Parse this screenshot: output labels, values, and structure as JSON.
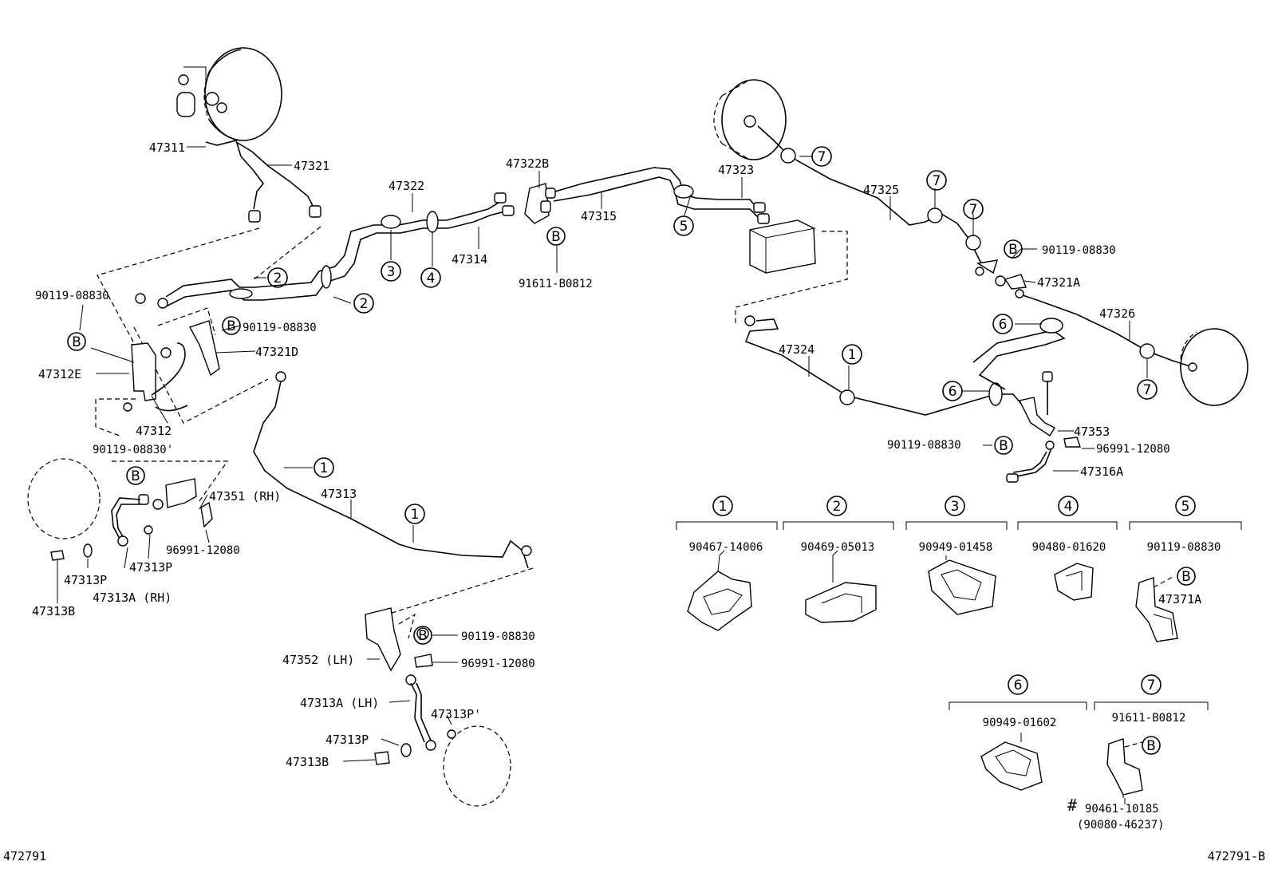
{
  "drawing": {
    "id_left": "472791",
    "id_right": "472791-B"
  },
  "parts": {
    "p47311": "47311",
    "p47321": "47321",
    "p47322": "47322",
    "p47322B": "47322B",
    "p47323": "47323",
    "p47325": "47325",
    "p47314": "47314",
    "p47315": "47315",
    "p91611_B0812": "91611-B0812",
    "p90119_1": "90119-08830",
    "p90119_2": "90119-08830",
    "p90119_3": "90119-08830'",
    "p90119_4": "90119-08830",
    "p90119_5": "90119-08830",
    "p90119_6": "90119-08830",
    "p47312E": "47312E",
    "p47321D": "47321D",
    "p47312": "47312",
    "p47351": "47351 (RH)",
    "p96991_1": "96991-12080",
    "p96991_2": "96991-12080",
    "p96991_3": "96991-12080",
    "p47313P_1": "47313P",
    "p47313P_2": "47313P",
    "p47313P_3": "47313P'",
    "p47313P_4": "47313P",
    "p47313A_RH": "47313A (RH)",
    "p47313B_1": "47313B",
    "p47313B_2": "47313B",
    "p47313": "47313",
    "p47352": "47352 (LH)",
    "p47313A_LH": "47313A (LH)",
    "p47321A": "47321A",
    "p47326": "47326",
    "p47324": "47324",
    "p47353": "47353",
    "p47316A": "47316A"
  },
  "clamps": {
    "c1": {
      "num": "1",
      "part": "90467-14006"
    },
    "c2": {
      "num": "2",
      "part": "90469-05013"
    },
    "c3": {
      "num": "3",
      "part": "90949-01458"
    },
    "c4": {
      "num": "4",
      "part": "90480-01620"
    },
    "c5": {
      "num": "5",
      "part": "90119-08830",
      "sub": "47371A"
    },
    "c6": {
      "num": "6",
      "part": "90949-01602"
    },
    "c7": {
      "num": "7",
      "part": "91611-B0812",
      "hash": "#",
      "sub1": "90461-10185",
      "sub2": "(90080-46237)"
    }
  },
  "callouts": {
    "one": "1",
    "two": "2",
    "three": "3",
    "four": "4",
    "five": "5",
    "six": "6",
    "seven": "7",
    "b": "B"
  }
}
